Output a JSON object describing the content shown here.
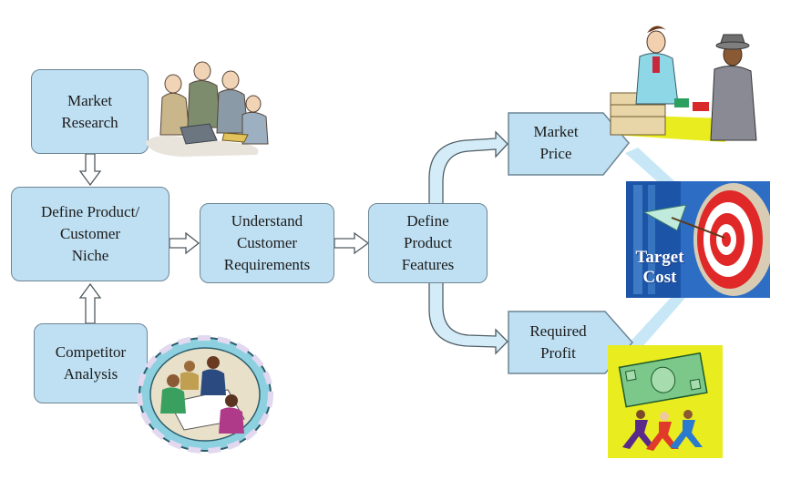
{
  "nodes": {
    "market_research": "Market\nResearch",
    "define_product": "Define Product/\nCustomer\nNiche",
    "competitor_analysis": "Competitor\nAnalysis",
    "understand_requirements": "Understand\nCustomer\nRequirements",
    "define_features": "Define\nProduct\nFeatures",
    "market_price": "Market\nPrice",
    "required_profit": "Required\nProfit"
  },
  "target_cost_label": "Target\nCost",
  "colors": {
    "box_fill": "#bfe0f3",
    "box_border": "#6d8593",
    "arrow_fill": "#ffffff",
    "pipe_fill": "#d4ecf8",
    "beam": "#bde3f4",
    "clipart_yellow": "#e9ec1e"
  },
  "icons": [
    "team-meeting-clipart",
    "group-discussion-clipart",
    "cashier-customer-clipart",
    "target-dartboard-clipart",
    "money-carriers-clipart"
  ]
}
